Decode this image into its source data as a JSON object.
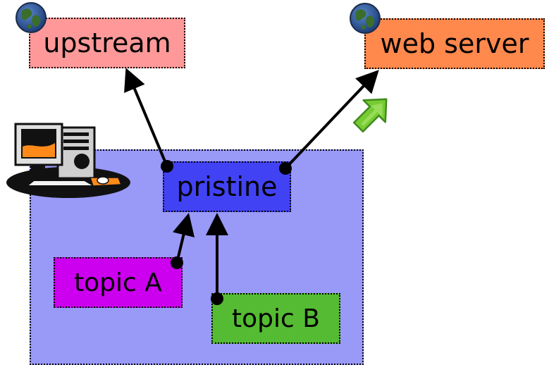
{
  "colors": {
    "local_repo": "#9999f7",
    "upstream": "#ff9999",
    "web_server": "#ff884d",
    "pristine": "#4242f5",
    "topic_a": "#cc00ee",
    "topic_b": "#55bb33",
    "push_arrow": "#77cc33"
  },
  "nodes": {
    "upstream": "upstream",
    "web_server": "web server",
    "pristine": "pristine",
    "topic_a": "topic A",
    "topic_b": "topic B"
  },
  "icons": {
    "remote": "globe-icon",
    "local": "desktop-computer-icon",
    "publish": "green-up-arrow-icon"
  }
}
